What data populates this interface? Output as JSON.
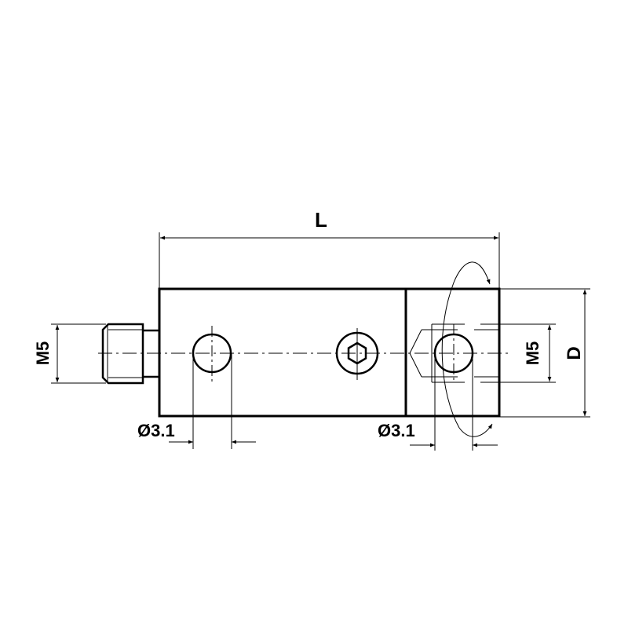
{
  "drawing": {
    "type": "technical-drawing",
    "view": "side elevation",
    "line_color": "#000000",
    "background": "#ffffff"
  },
  "dimensions": {
    "length_label": "L",
    "diameter_label": "D",
    "thread_left_label": "M5",
    "thread_right_label": "M5",
    "hole_left_label": "Ø3.1",
    "hole_right_label": "Ø3.1"
  },
  "features": {
    "left_stud": "M5 threaded stud",
    "center_screw": "hex socket set screw",
    "right_rotation_arrow": "rotation indicator"
  }
}
